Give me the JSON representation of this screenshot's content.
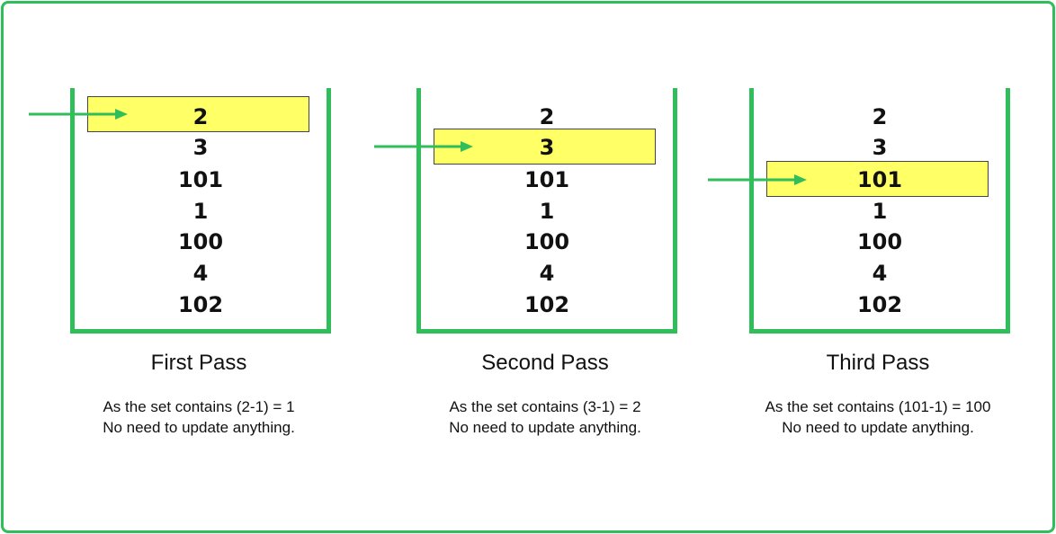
{
  "colors": {
    "border": "#2fbe5a",
    "highlight": "#ffff66",
    "arrow": "#2fbe5a"
  },
  "panels": [
    {
      "items": [
        "2",
        "3",
        "101",
        "1",
        "100",
        "4",
        "102"
      ],
      "highlighted_index": 0,
      "title": "First Pass",
      "desc_line1": "As the set contains (2-1) = 1",
      "desc_line2": "No need to update anything."
    },
    {
      "items": [
        "2",
        "3",
        "101",
        "1",
        "100",
        "4",
        "102"
      ],
      "highlighted_index": 1,
      "title": "Second Pass",
      "desc_line1": "As the set contains (3-1) = 2",
      "desc_line2": "No need to update anything."
    },
    {
      "items": [
        "2",
        "3",
        "101",
        "1",
        "100",
        "4",
        "102"
      ],
      "highlighted_index": 2,
      "title": "Third Pass",
      "desc_line1": "As the set contains (101-1) = 100",
      "desc_line2": "No need to update anything."
    }
  ]
}
